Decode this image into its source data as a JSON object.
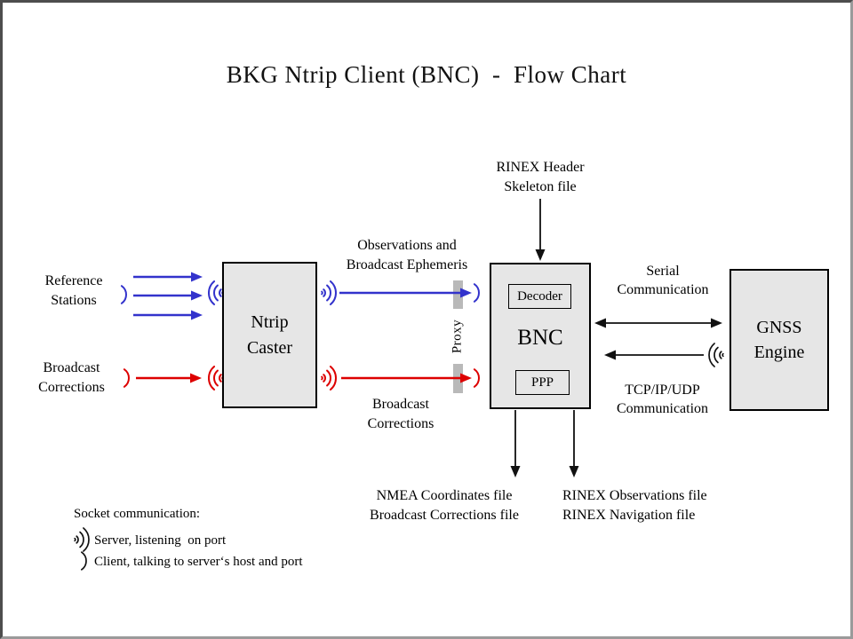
{
  "title": "BKG Ntrip Client (BNC)  -  Flow Chart",
  "colors": {
    "stream_blue": "#3333cc",
    "corrections_red": "#dd0000",
    "node_fill": "#e6e6e6",
    "proxy_bar": "#b9b9b9",
    "arrow_black": "#111111"
  },
  "left": {
    "reference_stations": {
      "line1": "Reference",
      "line2": "Stations"
    },
    "broadcast_corrections": {
      "line1": "Broadcast",
      "line2": "Corrections"
    }
  },
  "nodes": {
    "ntrip_caster": {
      "line1": "Ntrip",
      "line2": "Caster"
    },
    "bnc": {
      "label": "BNC",
      "decoder_label": "Decoder",
      "ppp_label": "PPP"
    },
    "gnss_engine": {
      "line1": "GNSS",
      "line2": "Engine"
    }
  },
  "flows": {
    "observations": {
      "line1": "Observations and",
      "line2": "Broadcast Ephemeris"
    },
    "broadcast_corrections": {
      "line1": "Broadcast",
      "line2": "Corrections"
    },
    "proxy_label": "Proxy",
    "rinex_header": {
      "line1": "RINEX Header",
      "line2": "Skeleton file"
    },
    "serial": {
      "line1": "Serial",
      "line2": "Communication"
    },
    "tcp": {
      "line1": "TCP/IP/UDP",
      "line2": "Communication"
    }
  },
  "outputs": {
    "nmea": {
      "line1": "NMEA Coordinates file",
      "line2": "Broadcast Corrections file"
    },
    "rinex": {
      "line1": "RINEX Observations file",
      "line2": "RINEX Navigation file"
    }
  },
  "legend": {
    "heading": "Socket communication:",
    "server": "Server, listening  on port",
    "client": "Client, talking to server‘s host and port"
  }
}
